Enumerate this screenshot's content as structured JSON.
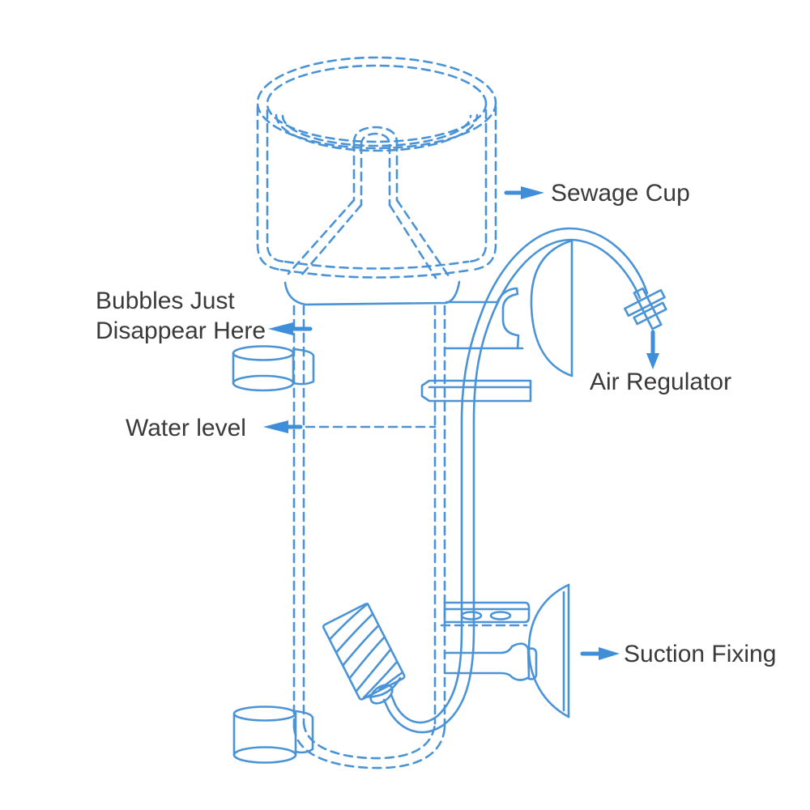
{
  "diagram": {
    "subject": "protein-skimmer-parts-diagram",
    "labels": {
      "sewage_cup": "Sewage Cup",
      "bubbles_line1": "Bubbles Just",
      "bubbles_line2": "Disappear Here",
      "water_level": "Water level",
      "air_regulator": "Air Regulator",
      "suction_fixing": "Suction Fixing"
    },
    "colors": {
      "line": "#4a93d6",
      "arrow": "#3e8ed9",
      "text": "#3a3a3c",
      "bg": "#ffffff"
    }
  }
}
